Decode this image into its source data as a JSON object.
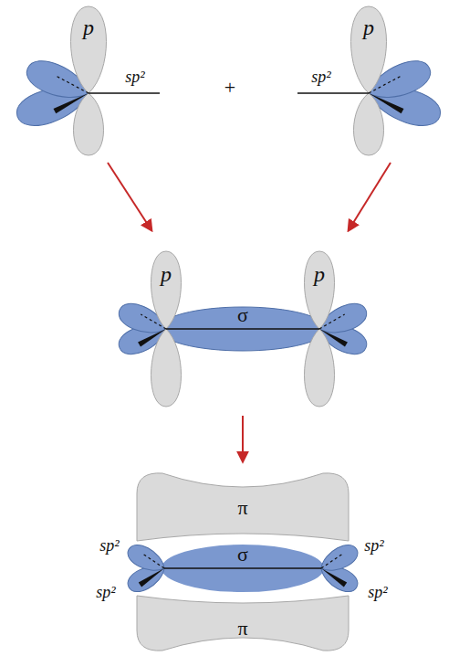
{
  "diagram": {
    "labels": [
      "p",
      "p",
      "sp²",
      "+",
      "sp²",
      "p",
      "σ",
      "p",
      "π",
      "sp²",
      "σ",
      "sp²",
      "sp²",
      "sp²",
      "π"
    ]
  }
}
